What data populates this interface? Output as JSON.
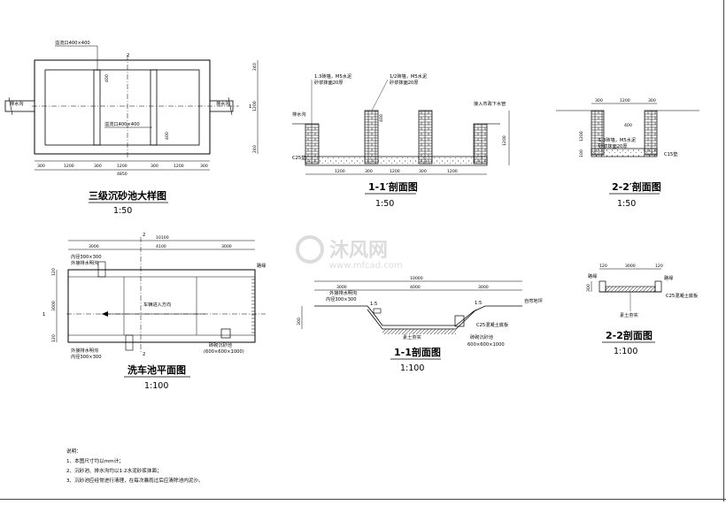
{
  "drawing1": {
    "title": "三级沉砂池大样图",
    "scale": "1:50",
    "overflow_top": "溢流口400×400",
    "overflow_mid": "溢流口400×400",
    "inlet": "排水沟",
    "outlet": "排水沟",
    "section_mark": "1",
    "section_mark_top": "2",
    "dims_bottom": [
      "300",
      "1200",
      "300",
      "1200",
      "300",
      "1200",
      "300"
    ],
    "total": "4850",
    "dim_small": "400",
    "dims_right": [
      "240",
      "1200",
      "240"
    ]
  },
  "drawing2": {
    "title": "1-1′剖面图",
    "scale": "1:50",
    "note_brick1": "1:3砖墙，M5水泥",
    "note_brick1b": "砂浆抹面20厚",
    "note_brick2": "1/2砖墙，M5水泥",
    "note_brick2b": "砂浆抹面20厚",
    "inlet": "排水沟",
    "outlet": "接入市政下水管",
    "base": "C25垫",
    "dim_small": "400",
    "dims_bottom": [
      "1200",
      "300",
      "1200",
      "300",
      "1200"
    ],
    "height": "1200"
  },
  "drawing3": {
    "title": "2-2′剖面图",
    "scale": "1:50",
    "dims_top": [
      "300",
      "1200",
      "300"
    ],
    "dim_small": "400",
    "note1": "1:3砖墙，M5水泥",
    "note2": "砂浆抹面20厚",
    "base": "C15垫",
    "height": "1200",
    "base_h": "100"
  },
  "drawing4": {
    "title": "洗车池平面图",
    "scale": "1:100",
    "section_mark": "1",
    "section_mark2": "2",
    "total": "10100",
    "dims_top": [
      "3000",
      "4100",
      "3000"
    ],
    "label_drain_top1": "内径300×300",
    "label_drain_top2": "外接排水明沟",
    "label_drain_bot1": "外接排水明沟",
    "label_drain_bot2": "内径300×300",
    "direction": "车辆进入方向",
    "curb": "路缘",
    "pit1": "砖砌沉砂池",
    "pit2": "(600×600×1000)",
    "dims_left": [
      "120",
      "3000",
      "120"
    ]
  },
  "drawing5": {
    "title": "1-1剖面图",
    "scale": "1:100",
    "total": "10000",
    "dims_top": [
      "3000",
      "4000",
      "3000"
    ],
    "drain_label1": "外接排水明沟",
    "drain_label2": "内径300×300",
    "slope_left": "1:5",
    "slope_right": "1:5",
    "surface": "自然地坪",
    "slab": "C25混凝土底板",
    "fill": "素土夯实",
    "pit1": "砖砌沉砂池",
    "pit2": "600×600×1000",
    "depth": "300"
  },
  "drawing6": {
    "title": "2-2剖面图",
    "scale": "1:100",
    "dims_top": [
      "120",
      "3000",
      "120"
    ],
    "curb": "路缘",
    "slab": "C25混凝土底板",
    "fill": "素土夯实",
    "depth": "300"
  },
  "notes": {
    "heading": "说明：",
    "items": [
      "1、本图尺寸均以mm计；",
      "2、沉砂池、排水沟均以1:2水泥砂浆抹面；",
      "3、沉砂池应经常进行清理，在每次暴雨过后应清除池内泥沙。"
    ]
  },
  "watermark": {
    "brand": "沐风网",
    "url": "www.mfcad.com"
  }
}
